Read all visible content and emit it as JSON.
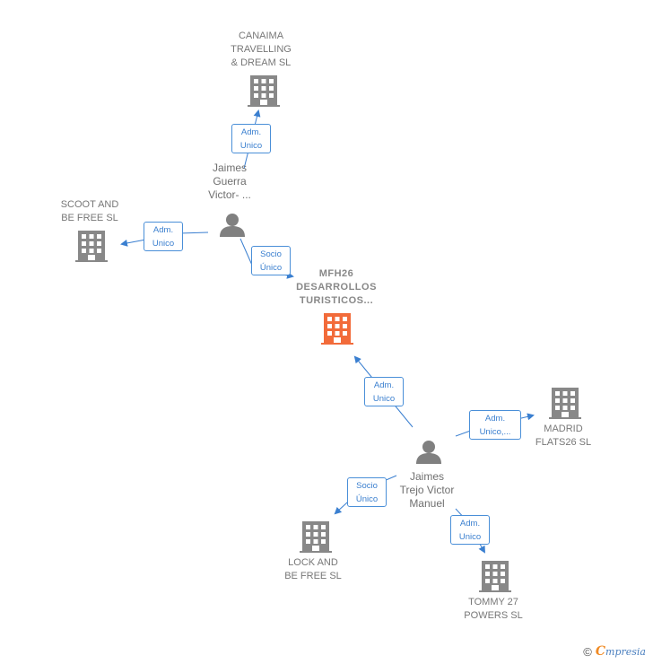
{
  "colors": {
    "edge": "#3a7fd0",
    "building": "#888888",
    "focus_building": "#f26b3a",
    "person": "#808080"
  },
  "nodes": {
    "canaima": {
      "label": "CANAIMA\nTRAVELLING\n& DREAM SL",
      "icon": "building-icon"
    },
    "scoot": {
      "label": "SCOOT AND\nBE FREE  SL",
      "icon": "building-icon"
    },
    "mfh26": {
      "label": "MFH26\nDESARROLLOS\nTURISTICOS...",
      "icon": "building-icon"
    },
    "madrid": {
      "label": "MADRID\nFLATS26  SL",
      "icon": "building-icon"
    },
    "lock": {
      "label": "LOCK AND\nBE FREE  SL",
      "icon": "building-icon"
    },
    "tommy": {
      "label": "TOMMY 27\nPOWERS  SL",
      "icon": "building-icon"
    },
    "guerra": {
      "label": "Jaimes\nGuerra\nVictor- ...",
      "icon": "person-icon"
    },
    "trejo": {
      "label": "Jaimes\nTrejo Victor\nManuel",
      "icon": "person-icon"
    }
  },
  "edges": [
    {
      "id": "guerra-canaima",
      "label": "Adm.\nUnico"
    },
    {
      "id": "guerra-scoot",
      "label": "Adm.\nUnico"
    },
    {
      "id": "guerra-mfh26",
      "label": "Socio\nÚnico"
    },
    {
      "id": "trejo-mfh26",
      "label": "Adm.\nUnico"
    },
    {
      "id": "trejo-madrid",
      "label": "Adm.\nUnico,..."
    },
    {
      "id": "trejo-lock",
      "label": "Socio\nÚnico"
    },
    {
      "id": "trejo-tommy",
      "label": "Adm.\nUnico"
    }
  ],
  "footer": {
    "copyright": "©",
    "brand_initial": "C",
    "brand_rest": "mpresia"
  }
}
